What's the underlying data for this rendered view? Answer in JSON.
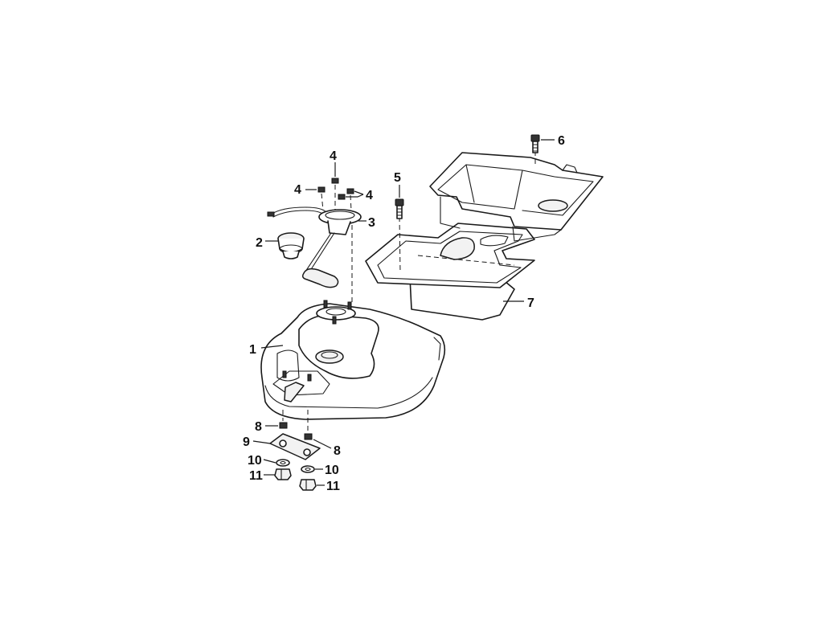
{
  "callouts": {
    "c1": "1",
    "c2": "2",
    "c3": "3",
    "c4a": "4",
    "c4b": "4",
    "c4c": "4",
    "c5": "5",
    "c6": "6",
    "c7": "7",
    "c8a": "8",
    "c8b": "8",
    "c9": "9",
    "c10a": "10",
    "c10b": "10",
    "c11a": "11",
    "c11b": "11"
  },
  "colors": {
    "line": "#1a1a1a",
    "background": "#ffffff"
  }
}
